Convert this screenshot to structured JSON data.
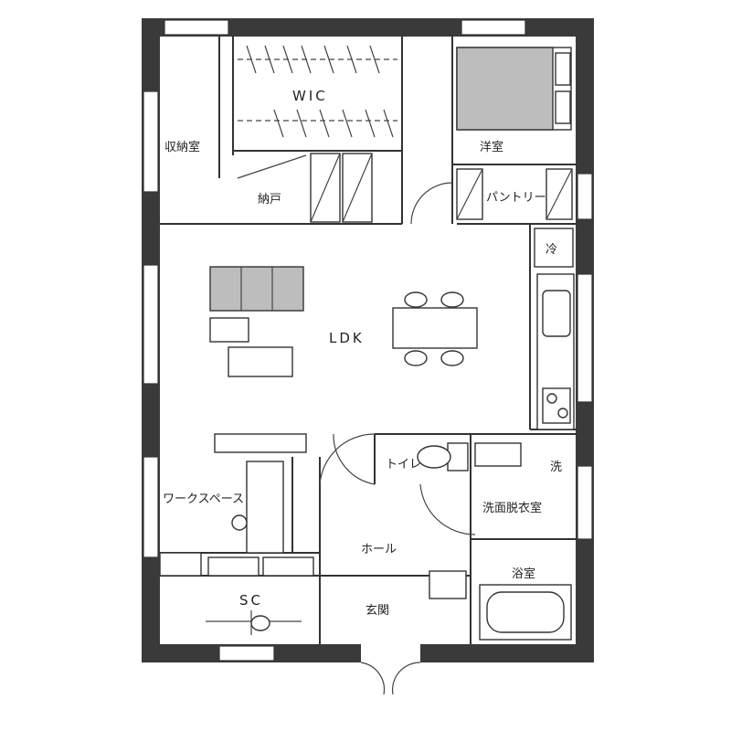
{
  "title": "Floor plan",
  "rooms": {
    "wic": "WIC",
    "storage_room": "収納室",
    "closet": "納戸",
    "western_room": "洋室",
    "pantry": "パントリー",
    "fridge": "冷",
    "ldk": "LDK",
    "toilet": "トイレ",
    "washer": "洗",
    "washroom": "洗面脱衣室",
    "workspace": "ワークスペース",
    "hall": "ホール",
    "bathroom": "浴室",
    "shoe_closet": "SC",
    "entrance": "玄関"
  },
  "colors": {
    "wall": "#3a3a3a",
    "furniture_fill": "#bdbdbd"
  }
}
